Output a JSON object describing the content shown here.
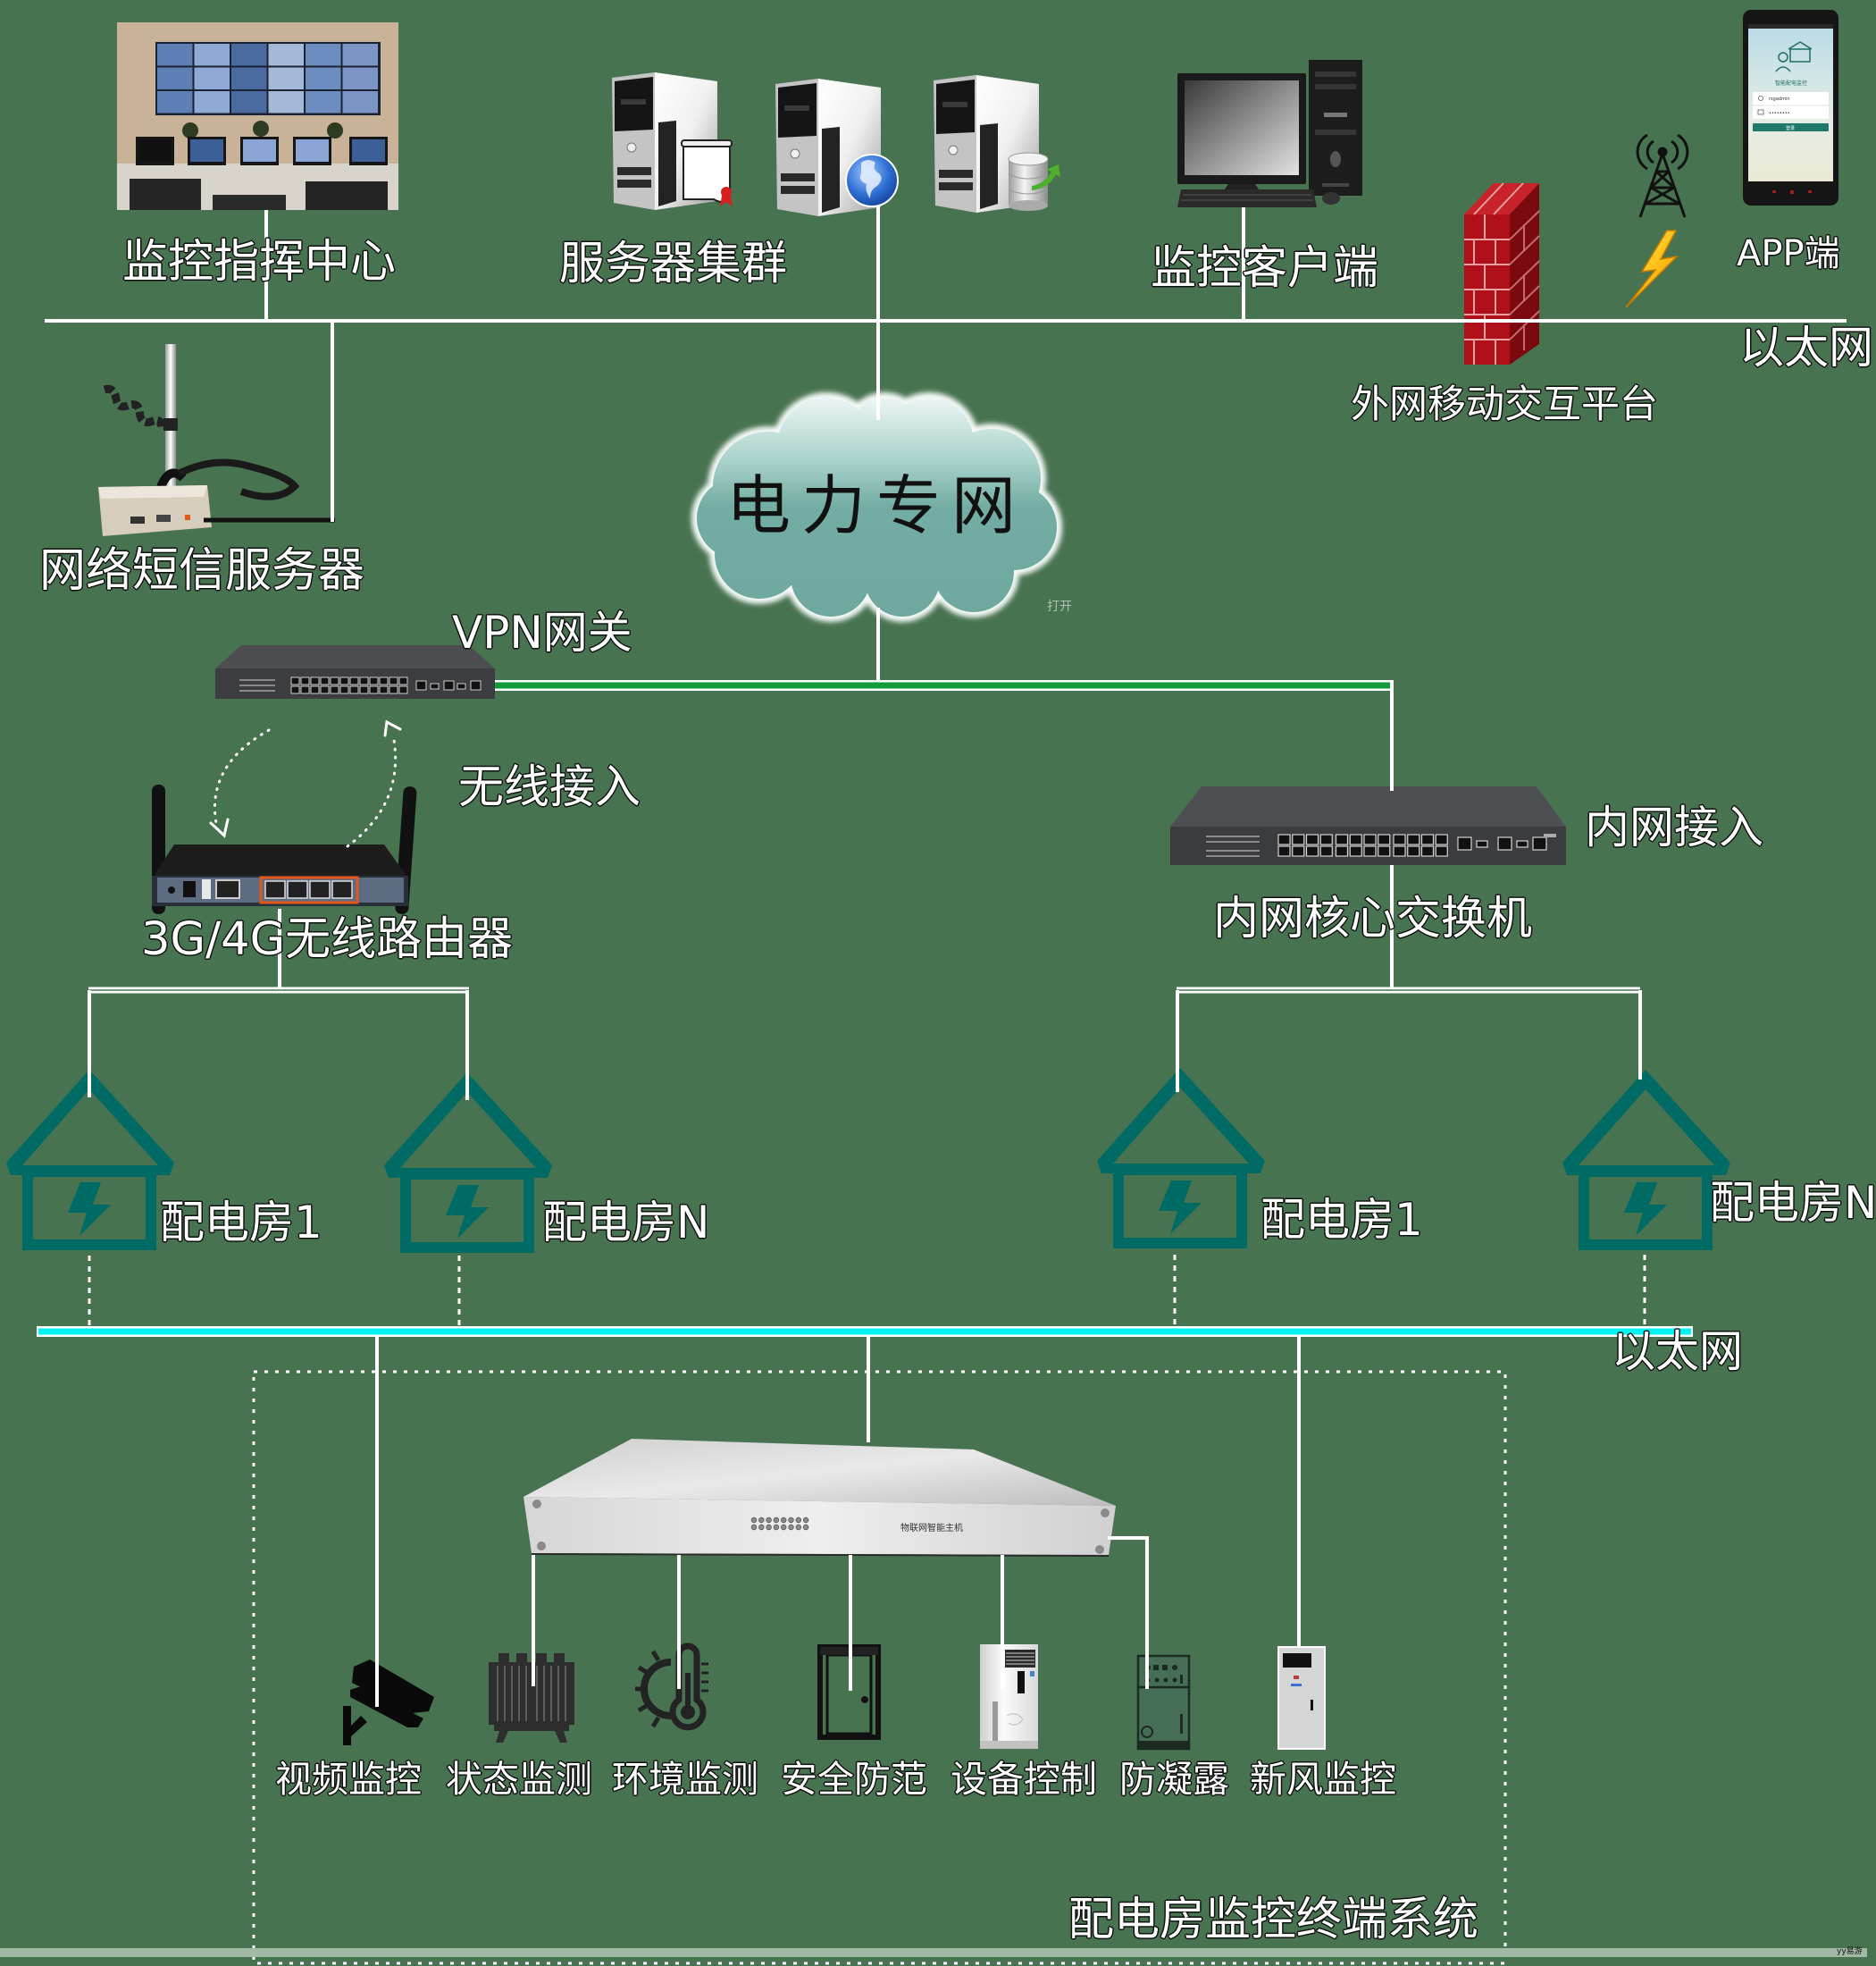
{
  "top_tier": {
    "command_center": {
      "label": "监控指挥中心",
      "icon": "video-wall-photo"
    },
    "server_cluster": {
      "label": "服务器集群",
      "servers": [
        {
          "icon": "server-certificate-icon"
        },
        {
          "icon": "server-globe-icon"
        },
        {
          "icon": "server-database-icon"
        }
      ]
    },
    "monitor_client": {
      "label": "监控客户端",
      "icon": "desktop-computer-icon"
    },
    "external_platform": {
      "label": "外网移动交互平台",
      "icon": "firewall-icon"
    },
    "wireless_signal": {
      "icons": [
        "cell-tower-icon",
        "lightning-icon"
      ]
    },
    "app_client": {
      "label": "APP端",
      "icon": "smartphone-icon",
      "screen": {
        "title": "智能配电监控",
        "username": "rsgadmin",
        "password_mask": "••••••••",
        "login_button": "登录"
      }
    },
    "bus_label": "以太网",
    "sms_server": {
      "label": "网络短信服务器",
      "icon": "sms-gateway-icon"
    }
  },
  "power_network": {
    "label": "电力专网",
    "artifact_text": "打开"
  },
  "vpn_gateway": {
    "label": "VPN网关"
  },
  "wireless_access": {
    "label": "无线接入"
  },
  "router": {
    "label": "3G/4G无线路由器"
  },
  "intranet_access": {
    "label": "内网接入"
  },
  "core_switch": {
    "label": "内网核心交换机"
  },
  "rooms": [
    {
      "label": "配电房1"
    },
    {
      "label": "配电房N"
    },
    {
      "label": "配电房1"
    },
    {
      "label": "配电房N"
    }
  ],
  "lower_bus_label": "以太网",
  "terminal_system": {
    "label": "配电房监控终端系统",
    "host": {
      "label": "物联网智能主机"
    },
    "devices": [
      {
        "label": "视频监控",
        "icon": "camera-icon"
      },
      {
        "label": "状态监测",
        "icon": "transformer-icon"
      },
      {
        "label": "环境监测",
        "icon": "thermometer-sun-icon"
      },
      {
        "label": "安全防范",
        "icon": "door-icon"
      },
      {
        "label": "设备控制",
        "icon": "air-conditioner-icon"
      },
      {
        "label": "防凝露",
        "icon": "dehumidifier-icon"
      },
      {
        "label": "新风监控",
        "icon": "fresh-air-unit-icon"
      }
    ]
  },
  "watermark": "yy易游",
  "colors": {
    "background": "#487350",
    "house_teal": "#006b64",
    "vpn_link_green": "#139a3a",
    "lower_bus_cyan": "#00f2f2",
    "cloud_teal": "#6faaa0",
    "firewall_red": "#b0101a"
  }
}
